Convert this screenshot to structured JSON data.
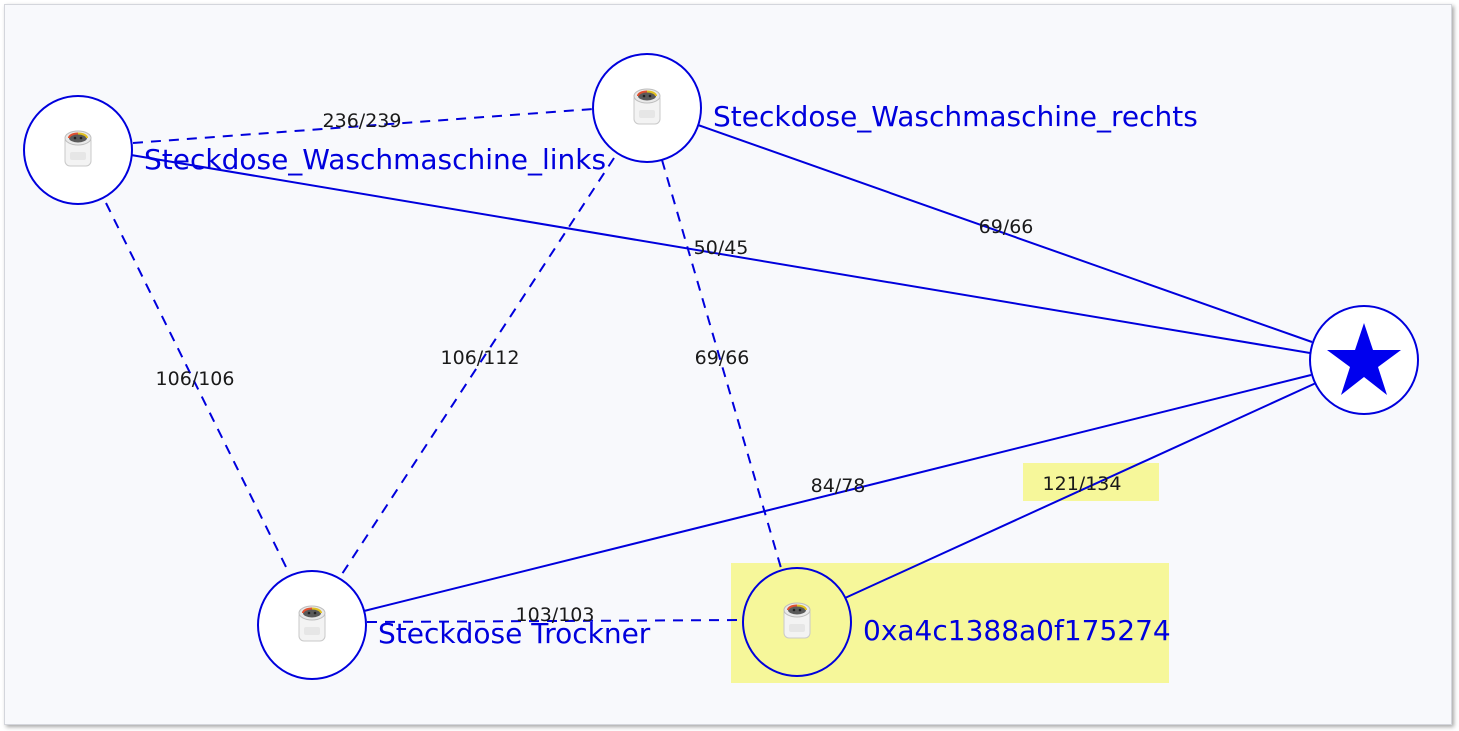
{
  "colors": {
    "background": "#f8f9fc",
    "link": "#0000dd",
    "node_label": "#0000dd",
    "highlight": "#f6f79a",
    "edge_label": "#1a1a1a"
  },
  "nodes": {
    "links": {
      "label": "Steckdose_Waschmaschine_links",
      "icon": "smart-plug-icon"
    },
    "rechts": {
      "label": "Steckdose_Waschmaschine_rechts",
      "icon": "smart-plug-icon"
    },
    "trockner": {
      "label": "Steckdose Trockner",
      "icon": "smart-plug-icon"
    },
    "device": {
      "label": "0xa4c1388a0f175274",
      "icon": "smart-plug-icon",
      "highlighted": true
    },
    "coordinator": {
      "label": "",
      "icon": "star-icon"
    }
  },
  "links": [
    {
      "id": "links-rechts",
      "from": "links",
      "to": "rechts",
      "style": "dashed",
      "label": "236/239"
    },
    {
      "id": "links-coordinator",
      "from": "links",
      "to": "coordinator",
      "style": "solid",
      "label": "50/45"
    },
    {
      "id": "links-trockner",
      "from": "links",
      "to": "trockner",
      "style": "dashed",
      "label": "106/106"
    },
    {
      "id": "rechts-trockner",
      "from": "rechts",
      "to": "trockner",
      "style": "dashed",
      "label": "106/112"
    },
    {
      "id": "rechts-device",
      "from": "rechts",
      "to": "device",
      "style": "dashed",
      "label": "69/66"
    },
    {
      "id": "rechts-coordinator",
      "from": "rechts",
      "to": "coordinator",
      "style": "solid",
      "label": "69/66"
    },
    {
      "id": "trockner-coordinator",
      "from": "trockner",
      "to": "coordinator",
      "style": "solid",
      "label": "84/78"
    },
    {
      "id": "device-coordinator",
      "from": "device",
      "to": "coordinator",
      "style": "solid",
      "label": "121/134",
      "highlighted": true
    },
    {
      "id": "trockner-device",
      "from": "trockner",
      "to": "device",
      "style": "dashed",
      "label": "103/103"
    }
  ]
}
